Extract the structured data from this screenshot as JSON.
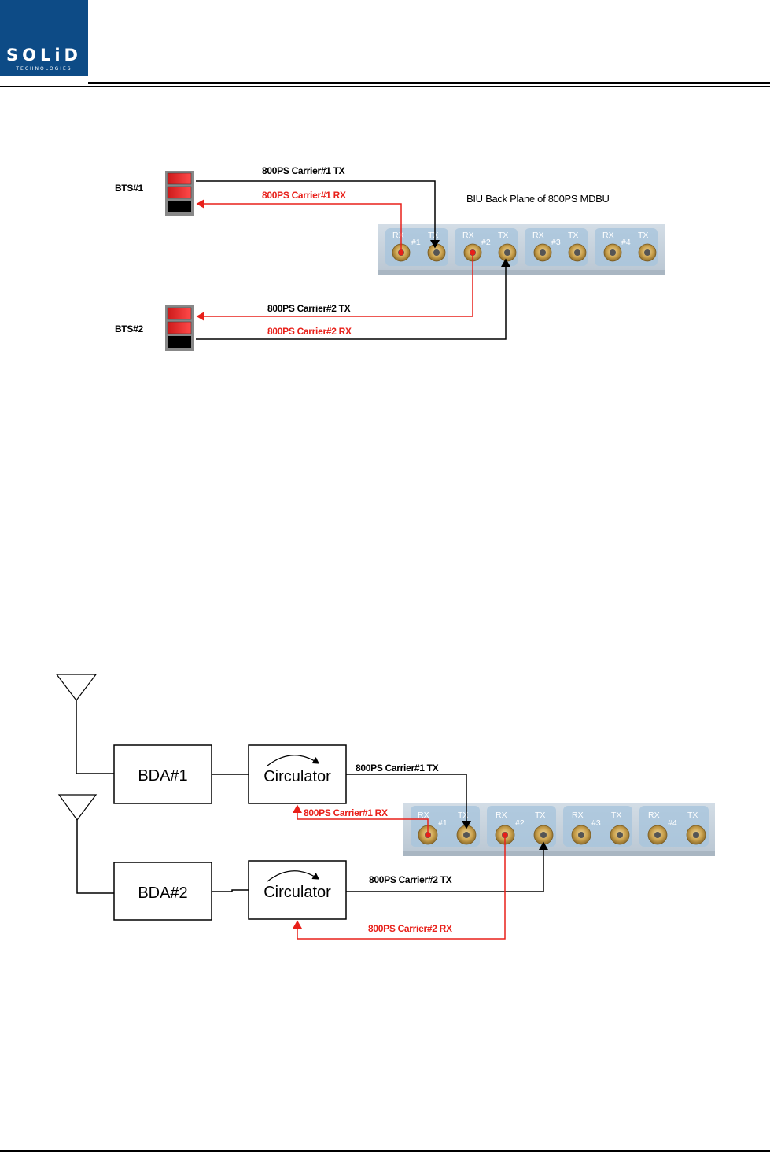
{
  "header": {
    "logo_text": "SOLiD",
    "logo_subtext": "TECHNOLOGIES"
  },
  "diagram1": {
    "title": "BIU Back Plane of 800PS MDBU",
    "bts1": "BTS#1",
    "bts2": "BTS#2",
    "c1_tx": "800PS Carrier#1 TX",
    "c1_rx": "800PS Carrier#1 RX",
    "c2_tx": "800PS Carrier#2 TX",
    "c2_rx": "800PS Carrier#2 RX"
  },
  "diagram2": {
    "bda1": "BDA#1",
    "bda2": "BDA#2",
    "circulator": "Circulator",
    "c1_tx": "800PS Carrier#1 TX",
    "c1_rx": "800PS Carrier#1 RX",
    "c2_tx": "800PS Carrier#2 TX",
    "c2_rx": "800PS Carrier#2 RX"
  },
  "panel": {
    "rx": "RX",
    "tx": "TX",
    "ports": [
      "#1",
      "#2",
      "#3",
      "#4"
    ]
  },
  "colors": {
    "tx_line": "#000000",
    "rx_line": "#e8201a",
    "logo_bg": "#0d4b86",
    "panel_bg": "#c5d1dc",
    "connector": "#c9a04c"
  }
}
